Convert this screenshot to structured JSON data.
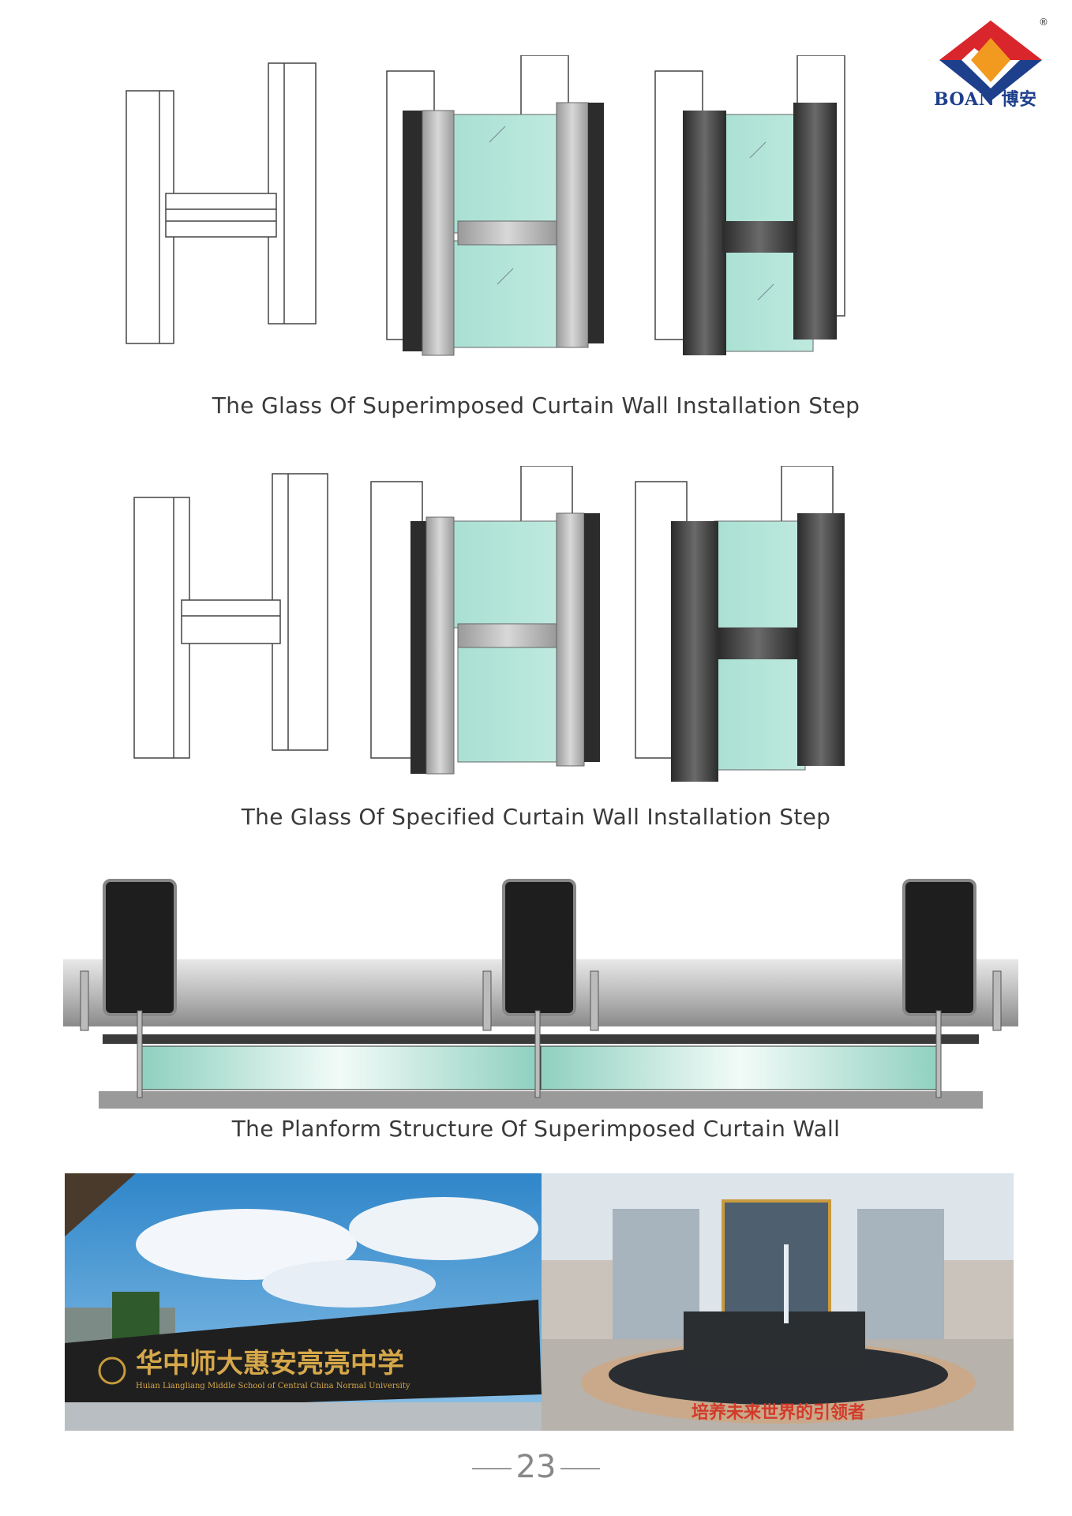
{
  "brand": {
    "name_en": "BOAN",
    "name_cn": "博安",
    "registered": "®",
    "colors": {
      "red": "#d9262c",
      "blue": "#1e3f8c",
      "orange": "#f29a1f"
    }
  },
  "sections": [
    {
      "caption": "The Glass Of Superimposed Curtain Wall Installation Step"
    },
    {
      "caption": "The Glass Of Specified Curtain Wall Installation Step"
    },
    {
      "caption": "The Planform Structure Of Superimposed Curtain Wall"
    }
  ],
  "photos": {
    "left": {
      "sign_cn": "华中师大惠安亮亮中学",
      "sign_en": "Huian Liangliang Middle School of Central China Normal University"
    },
    "right": {
      "banner_cn": "培养未来世界的引领者"
    }
  },
  "page_number": "23"
}
